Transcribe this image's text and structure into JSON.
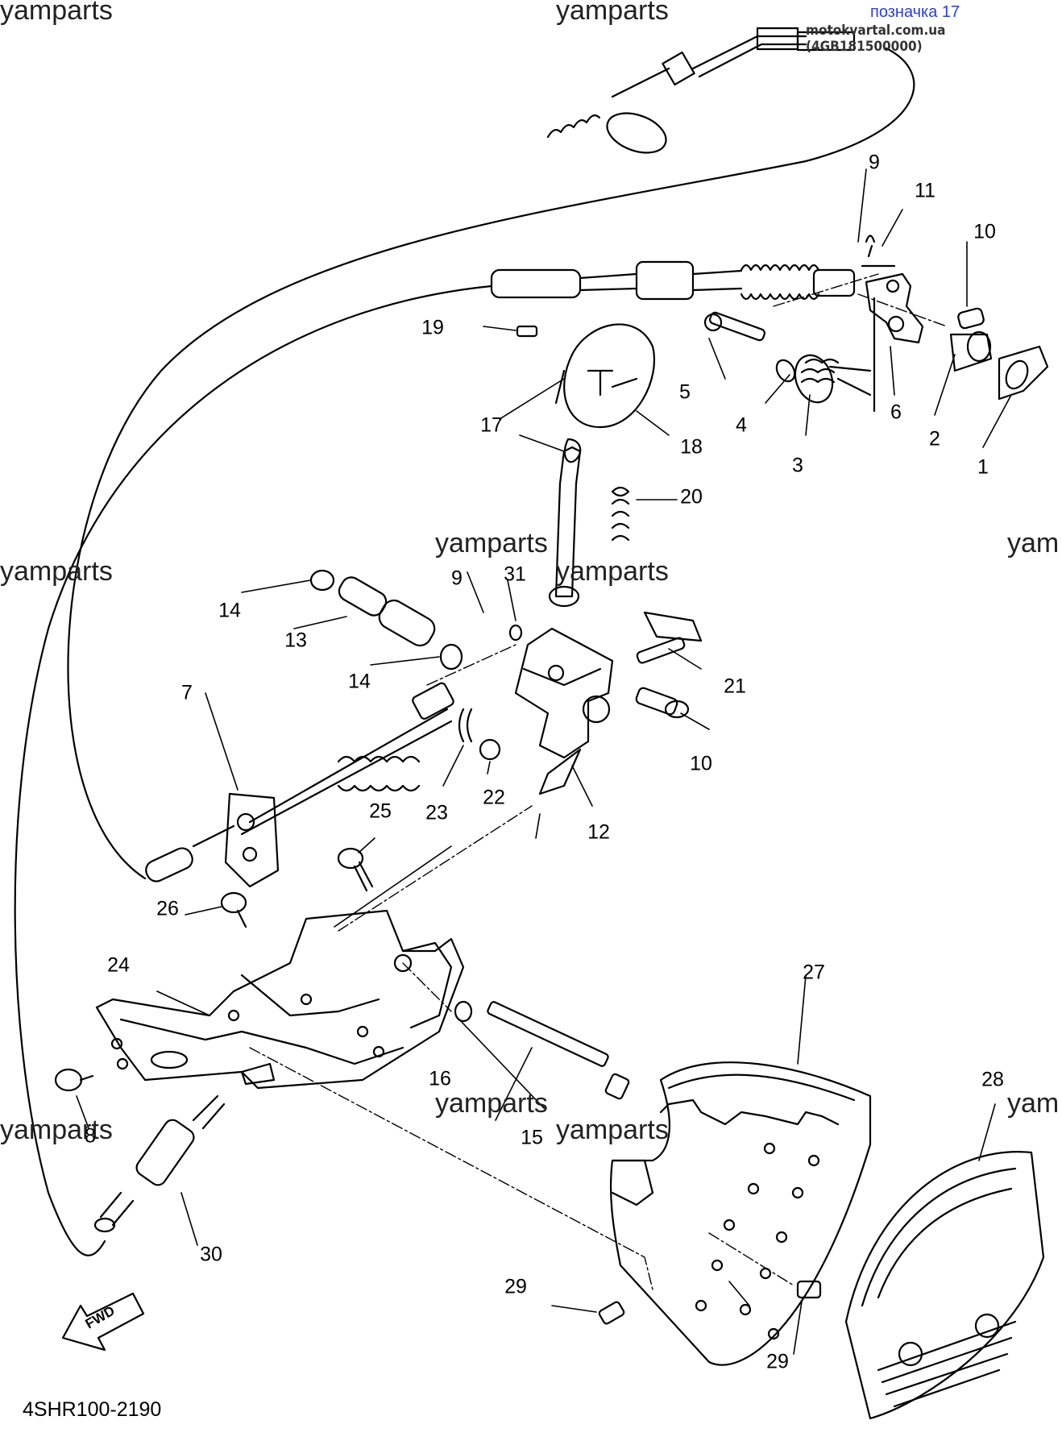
{
  "header": {
    "reference": "позначка 17",
    "site": "motokvartal.com.ua (4GB181500000)"
  },
  "watermark": "yamparts",
  "watermark_partial": "yam",
  "diagram_code": "4SHR100-2190",
  "direction_label": "FWD",
  "callouts": [
    "1",
    "2",
    "3",
    "4",
    "5",
    "6",
    "7",
    "8",
    "9",
    "9",
    "10",
    "10",
    "11",
    "12",
    "13",
    "14",
    "14",
    "15",
    "16",
    "17",
    "18",
    "19",
    "20",
    "21",
    "22",
    "23",
    "24",
    "25",
    "26",
    "27",
    "28",
    "29",
    "29",
    "30",
    "31"
  ],
  "colors": {
    "line": "#000000",
    "header_link": "#2a3fd6",
    "background": "#ffffff"
  }
}
